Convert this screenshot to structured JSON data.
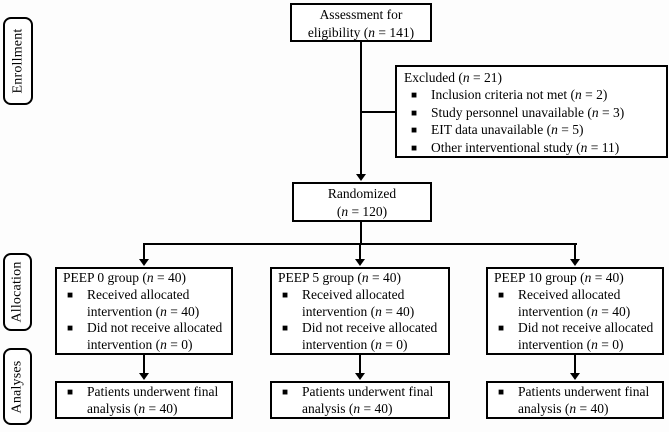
{
  "icons": {
    "bullet": "■"
  },
  "stages": [
    {
      "label": "Enrollment"
    },
    {
      "label": "Allocation"
    },
    {
      "label": "Analyses"
    }
  ],
  "assessment": {
    "line1": "Assessment for",
    "line2_pre": "eligibility (",
    "line2_n": "n",
    "line2_post": " = 141)"
  },
  "excluded": {
    "title_pre": "Excluded (",
    "title_n": "n",
    "title_post": " = 21)",
    "items": [
      {
        "pre": "Inclusion criteria not met (",
        "n": "n",
        "post": " = 2)"
      },
      {
        "pre": "Study personnel unavailable (",
        "n": "n",
        "post": " = 3)"
      },
      {
        "pre": "EIT data unavailable (",
        "n": "n",
        "post": " = 5)"
      },
      {
        "pre": "Other interventional study (",
        "n": "n",
        "post": " = 11)"
      }
    ]
  },
  "randomized": {
    "line1": "Randomized",
    "line2_pre": "(",
    "line2_n": "n",
    "line2_post": " = 120)"
  },
  "groups": [
    {
      "title_pre": "PEEP 0 group (",
      "title_n": "n",
      "title_post": " = 40)",
      "received": {
        "line1": "Received allocated",
        "line2_pre": "intervention (",
        "n": "n",
        "post": " = 40)"
      },
      "not_received": {
        "line1": "Did not receive allocated",
        "line2_pre": "intervention (",
        "n": "n",
        "post": " = 0)"
      },
      "analysis": {
        "line1": "Patients underwent final",
        "line2_pre": "analysis (",
        "n": "n",
        "post": " = 40)"
      }
    },
    {
      "title_pre": "PEEP 5 group (",
      "title_n": "n",
      "title_post": " = 40)",
      "received": {
        "line1": "Received allocated",
        "line2_pre": "intervention (",
        "n": "n",
        "post": " = 40)"
      },
      "not_received": {
        "line1": "Did not receive allocated",
        "line2_pre": "intervention (",
        "n": "n",
        "post": " = 0)"
      },
      "analysis": {
        "line1": "Patients underwent final",
        "line2_pre": "analysis (",
        "n": "n",
        "post": " = 40)"
      }
    },
    {
      "title_pre": "PEEP 10 group (",
      "title_n": "n",
      "title_post": " = 40)",
      "received": {
        "line1": "Received allocated",
        "line2_pre": "intervention (",
        "n": "n",
        "post": " = 40)"
      },
      "not_received": {
        "line1": "Did not receive allocated",
        "line2_pre": "intervention (",
        "n": "n",
        "post": " = 0)"
      },
      "analysis": {
        "line1": "Patients underwent final",
        "line2_pre": "analysis (",
        "n": "n",
        "post": " = 40)"
      }
    }
  ]
}
